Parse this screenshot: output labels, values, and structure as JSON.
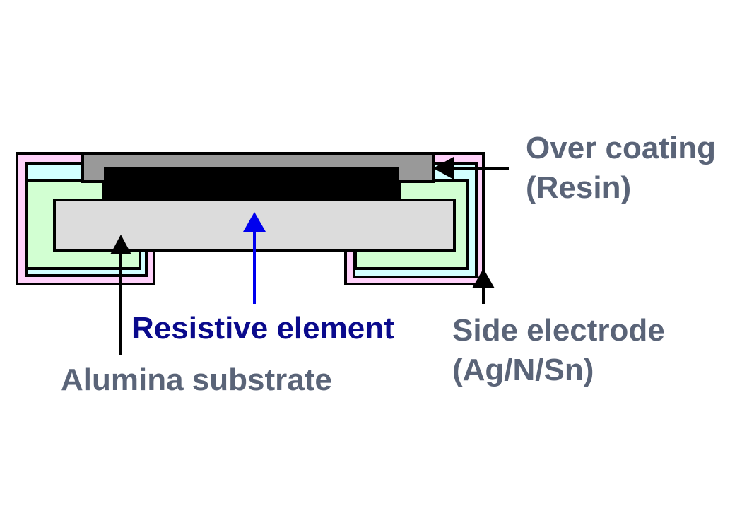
{
  "diagram": {
    "title": "Chip resistor cross-section",
    "labels": {
      "over_coating_line1": "Over coating",
      "over_coating_line2": "(Resin)",
      "side_electrode_line1": "Side electrode",
      "side_electrode_line2": "(Ag/N/Sn)",
      "resistive_element": "Resistive element",
      "alumina_substrate": "Alumina substrate"
    },
    "colors": {
      "outer_electrode_pink": "#ffd2fa",
      "middle_electrode_cyan": "#d2ffff",
      "inner_electrode_green": "#d2ffd2",
      "substrate_gray": "#dcdcdc",
      "overcoat_gray": "#999999",
      "resistive_black": "#000000",
      "label_gray": "#5a6478",
      "label_blue": "#0a0a8c",
      "arrow_blue": "#0000ee",
      "arrow_black": "#000000"
    }
  }
}
